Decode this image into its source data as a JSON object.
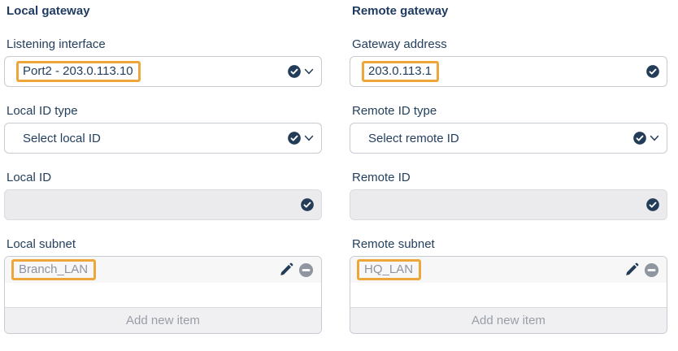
{
  "colors": {
    "text_primary": "#24405e",
    "heading": "#1e3a5f",
    "muted_text": "#8d939e",
    "control_border": "#c7cbd2",
    "disabled_bg": "#ebebed",
    "highlight_orange": "#eda63a",
    "icon_dark": "#233c58",
    "icon_gray": "#8f969f",
    "list_footer_bg": "#f0f0f2"
  },
  "icons": {
    "valid": "check-circle",
    "dropdown": "chevron-down",
    "edit": "pencil",
    "remove": "minus-circle"
  },
  "local": {
    "title": "Local gateway",
    "listening_interface": {
      "label": "Listening interface",
      "value": "Port2 - 203.0.113.10"
    },
    "id_type": {
      "label": "Local ID type",
      "value": "Select local ID"
    },
    "id": {
      "label": "Local ID",
      "value": ""
    },
    "subnet": {
      "label": "Local subnet",
      "items": [
        "Branch_LAN"
      ],
      "add_button": "Add new item"
    }
  },
  "remote": {
    "title": "Remote gateway",
    "gateway_address": {
      "label": "Gateway address",
      "value": "203.0.113.1"
    },
    "id_type": {
      "label": "Remote ID type",
      "value": "Select remote ID"
    },
    "id": {
      "label": "Remote ID",
      "value": ""
    },
    "subnet": {
      "label": "Remote subnet",
      "items": [
        "HQ_LAN"
      ],
      "add_button": "Add new item"
    }
  }
}
